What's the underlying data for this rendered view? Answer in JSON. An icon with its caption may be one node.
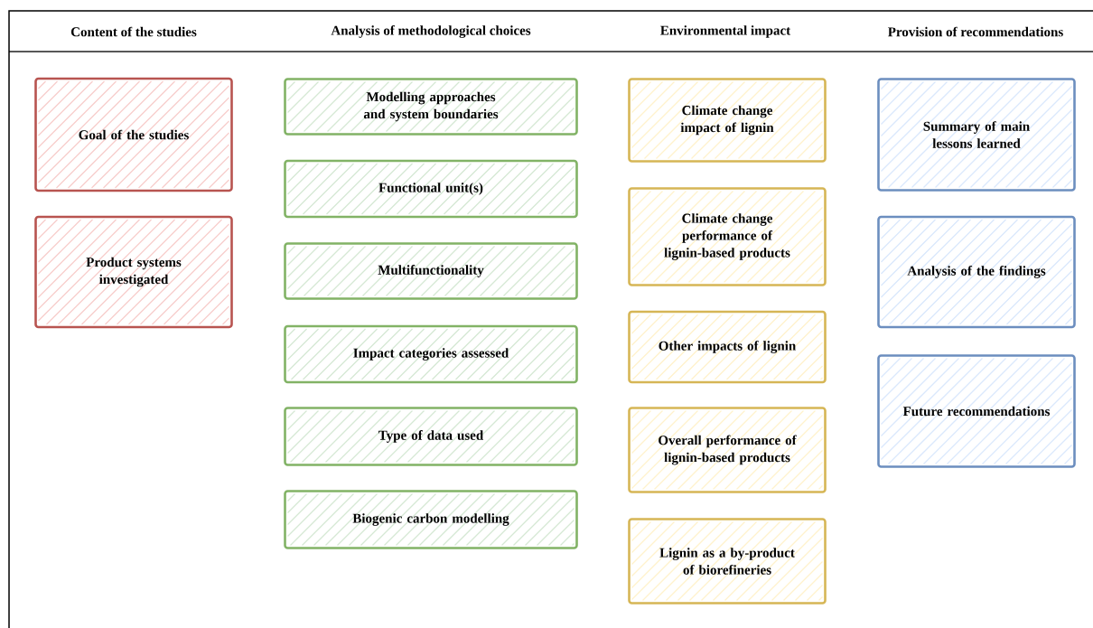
{
  "diagram": {
    "nodes": [
      {
        "text": [
          "Goal of the studies"
        ]
      },
      {
        "text": [
          "Product systems investigated"
        ]
      },
      {
        "text": [
          "Modelling approaches and system boundaries"
        ]
      },
      {
        "text": [
          "Functional unit(s)"
        ]
      },
      {
        "text": [
          "Multifunctionality"
        ]
      },
      {
        "text": [
          "Impact categories assessed"
        ]
      },
      {
        "text": [
          "Type of data used"
        ]
      },
      {
        "text": [
          "Biogenic carbon modelling"
        ]
      },
      {
        "text": [
          "Climate change impact of lignin"
        ]
      },
      {
        "text": [
          "Climate change performance of lignin-based products"
        ]
      },
      {
        "text": [
          "Other impacts of lignin"
        ]
      },
      {
        "text": [
          "Overall performance of lignin-based products"
        ]
      },
      {
        "text": [
          "Lignin as a by-product of biorefineries"
        ]
      },
      {
        "text": [
          "Summary of main lessons learned"
        ]
      },
      {
        "text": [
          "Analysis of the findings"
        ]
      },
      {
        "text": [
          "Future recommendations"
        ]
      }
    ],
    "labels": [
      "Content of the studies",
      "Analysis of methodological choices",
      "Environmental impact",
      "Provision of recommendations"
    ]
  }
}
